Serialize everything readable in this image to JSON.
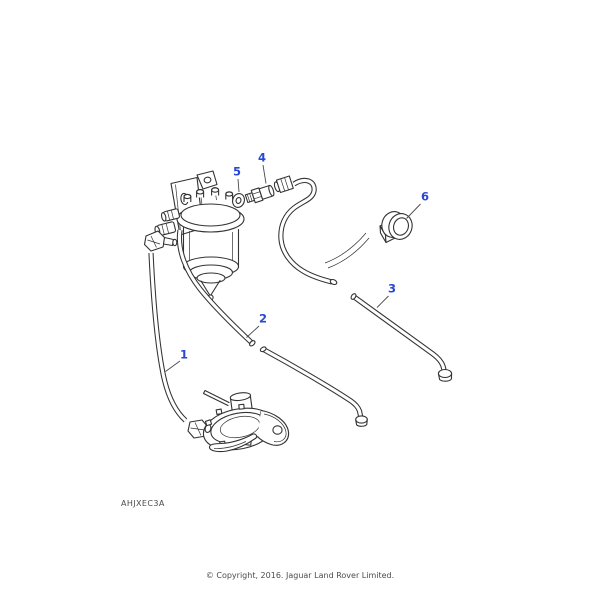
{
  "diagram": {
    "code": "AHJXEC3A",
    "copyright": "© Copyright, 2016. Jaguar Land Rover Limited.",
    "callouts": [
      {
        "label": "1"
      },
      {
        "label": "2"
      },
      {
        "label": "3"
      },
      {
        "label": "4"
      },
      {
        "label": "5"
      },
      {
        "label": "6"
      }
    ],
    "colors": {
      "callout_blue": "#2a46d4",
      "line_art": "#333333",
      "footer_text": "#4c4c4c",
      "background": "#ffffff"
    }
  }
}
